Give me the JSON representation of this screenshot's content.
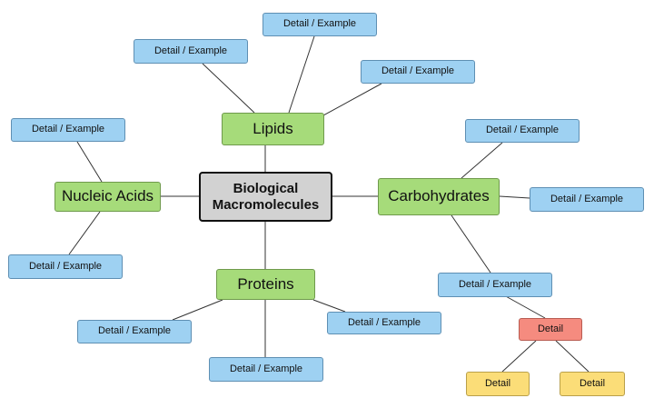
{
  "center": {
    "title": "Biological Macromolecules"
  },
  "topics": {
    "lipids": "Lipids",
    "nucleic_acids": "Nucleic Acids",
    "carbohydrates": "Carbohydrates",
    "proteins": "Proteins"
  },
  "details": {
    "lipids_1": "Detail / Example",
    "lipids_2": "Detail / Example",
    "lipids_3": "Detail / Example",
    "nucleic_1": "Detail / Example",
    "nucleic_2": "Detail / Example",
    "carbo_1": "Detail / Example",
    "carbo_2": "Detail / Example",
    "carbo_3": "Detail / Example",
    "proteins_1": "Detail / Example",
    "proteins_2": "Detail / Example",
    "proteins_3": "Detail / Example"
  },
  "subdetails": {
    "red": "Detail",
    "yellow_left": "Detail",
    "yellow_right": "Detail"
  },
  "colors": {
    "center": "#d2d2d2",
    "topic": "#a6db7a",
    "detail": "#9ed1f2",
    "subdetail_red": "#f58b7f",
    "subdetail_yellow": "#fbdd78",
    "edge": "#333333"
  }
}
